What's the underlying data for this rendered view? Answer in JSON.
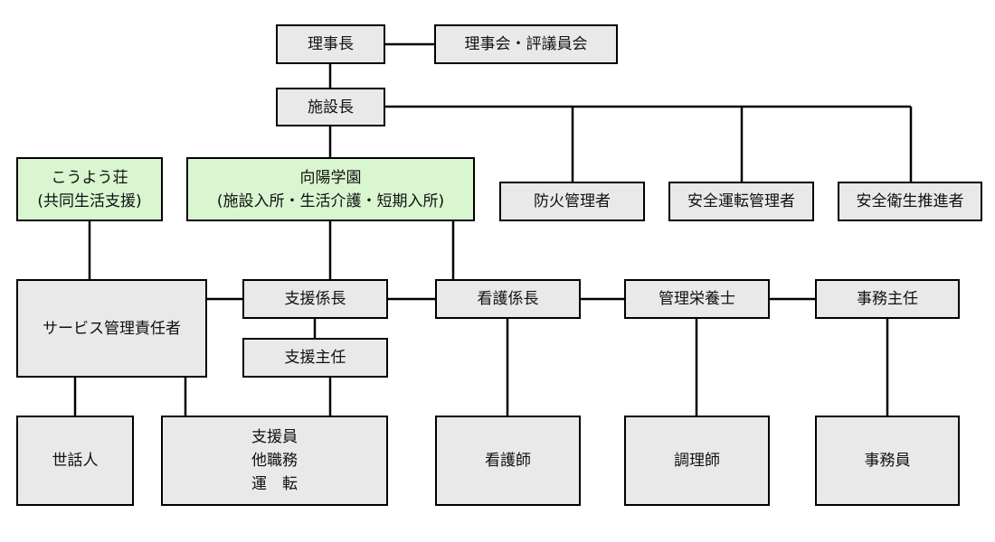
{
  "nodes": {
    "chairman": "理事長",
    "board": "理事会・評議員会",
    "director": "施設長",
    "koyoso": [
      "こうよう荘",
      "(共同生活支援)"
    ],
    "koyogakuen": [
      "向陽学園",
      "(施設入所・生活介護・短期入所)"
    ],
    "fire_manager": "防火管理者",
    "safe_driving_manager": "安全運転管理者",
    "health_safety_promoter": "安全衛生推進者",
    "service_manager": "サービス管理責任者",
    "support_chief": "支援係長",
    "support_lead": "支援主任",
    "nursing_chief": "看護係長",
    "dietitian": "管理栄養士",
    "office_lead": "事務主任",
    "caretaker": "世話人",
    "support_staff": [
      "支援員",
      "他職務",
      "運　転"
    ],
    "nurse": "看護師",
    "cook": "調理師",
    "clerk": "事務員"
  },
  "colors": {
    "line": "#000000",
    "box_fill": "#e9e9e9",
    "facility_fill": "#d9f6d1"
  }
}
